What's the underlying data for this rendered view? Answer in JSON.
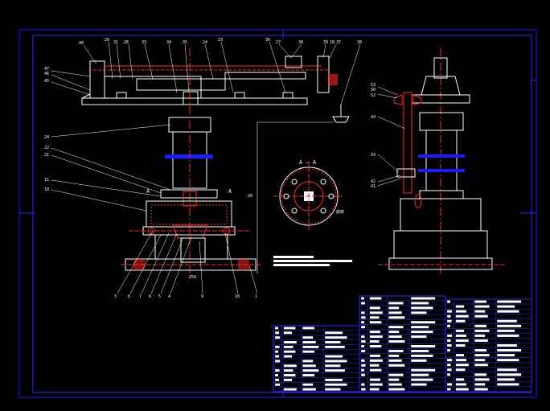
{
  "drawing": {
    "colors": {
      "background": "#000000",
      "frame": "#1c1cff",
      "outline": "#ffffff",
      "centerline": "#ff2a2a",
      "hatch": "#ff2a2a",
      "dimension": "#ffffff",
      "table_lines": "#2a2aff"
    },
    "section_label": "A — A",
    "section_marker_left": "A",
    "section_marker_right": "A",
    "rotate_note": "旋转",
    "dim_vertical": "20",
    "dim_bottom": "250",
    "callouts_top": [
      "40",
      "28",
      "31",
      "26",
      "33",
      "34",
      "35",
      "24",
      "23",
      "36",
      "27",
      "38",
      "39",
      "18",
      "37",
      "38"
    ],
    "callouts_left": [
      "47",
      "46",
      "45",
      "24",
      "22",
      "21",
      "11",
      "18"
    ],
    "callouts_bottom": [
      "3",
      "8",
      "7",
      "6",
      "5",
      "4",
      "9",
      "10",
      "1"
    ],
    "callouts_right": [
      "53",
      "50",
      "52",
      "44",
      "43",
      "42",
      "41"
    ]
  }
}
